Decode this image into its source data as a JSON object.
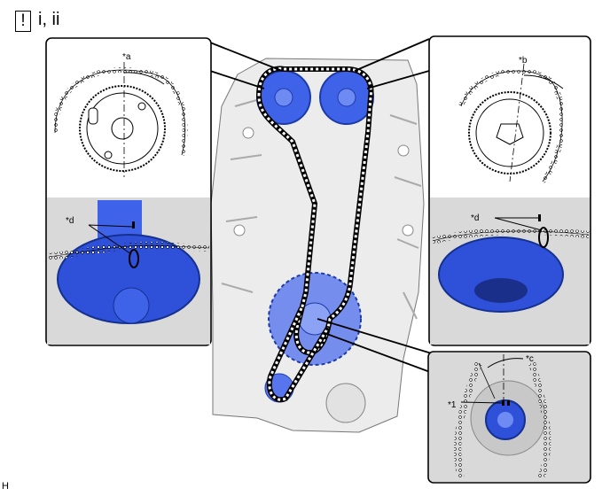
{
  "header": {
    "caution_mark": "!",
    "step": "i, ii"
  },
  "callouts": {
    "a": "*a",
    "b": "*b",
    "c": "*c",
    "d_left": "*d",
    "d_right": "*d",
    "one": "*1"
  },
  "page_code": "H",
  "colors": {
    "sprocket_blue": "#3f63e8",
    "engine_gray": "#ececec",
    "outline": "#000000"
  }
}
